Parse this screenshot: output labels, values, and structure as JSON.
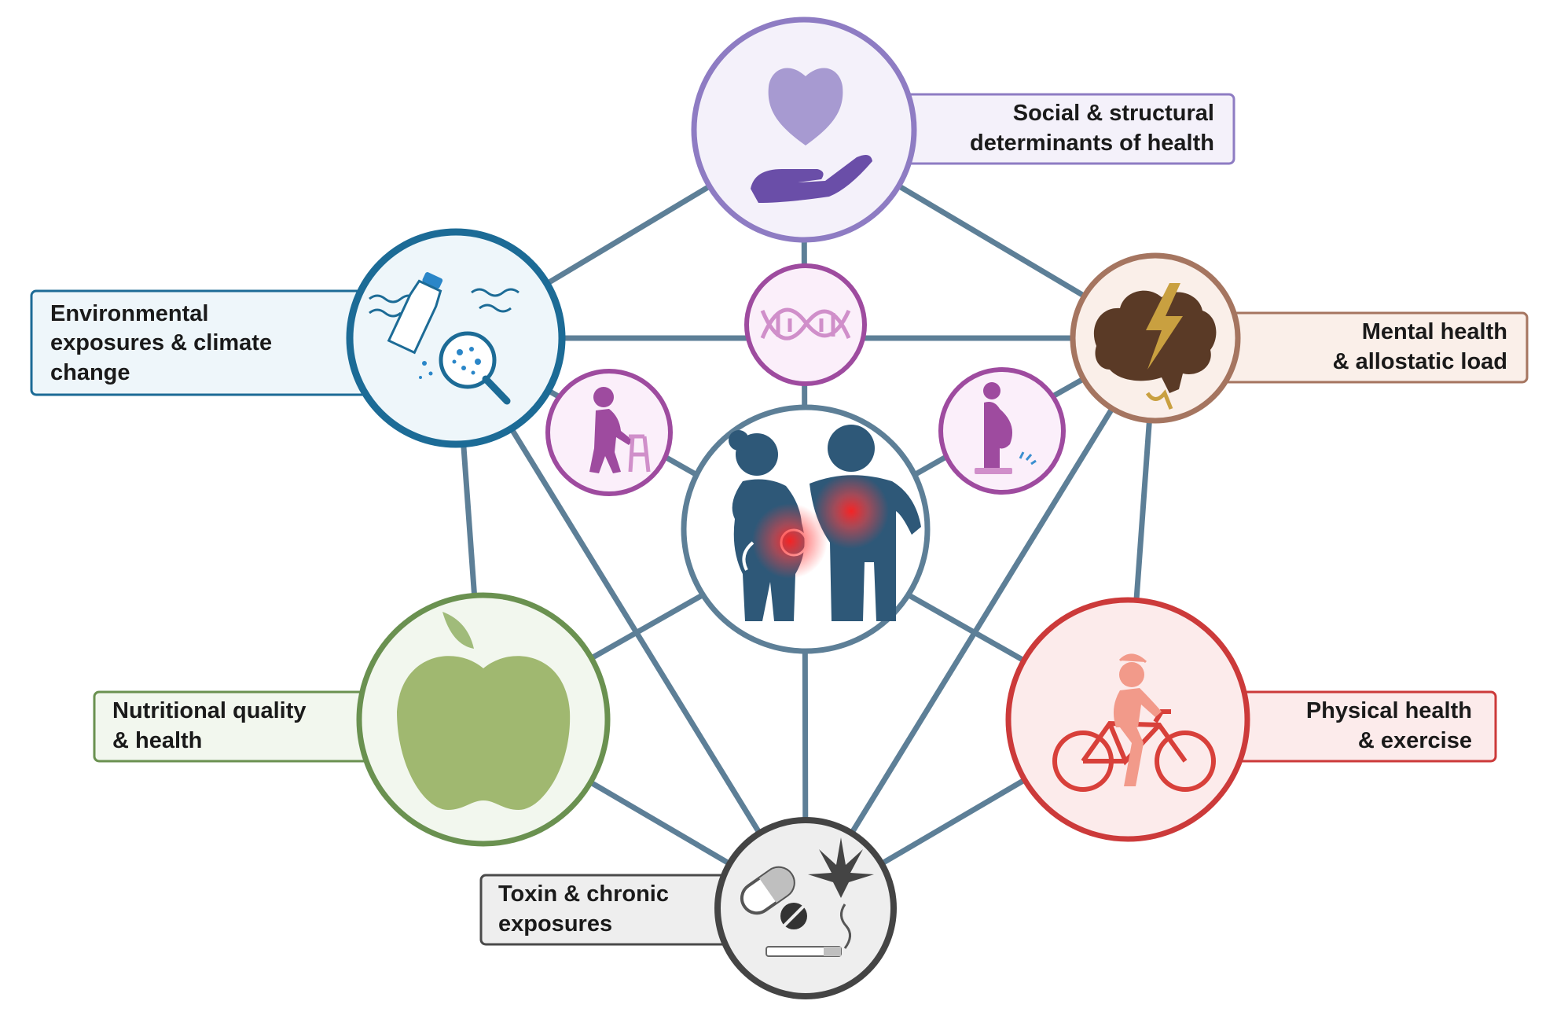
{
  "nodes": {
    "social": {
      "lines": [
        "Social & structural",
        "determinants of health"
      ],
      "color": "#8e7cc3",
      "fill": "#f4f1fa",
      "icon": "heart-hand-icon"
    },
    "env": {
      "lines": [
        "Environmental",
        "exposures & climate",
        "change"
      ],
      "color": "#1c6b96",
      "fill": "#eef6fa",
      "icon": "plastic-bottle-microplastics-icon"
    },
    "mental": {
      "lines": [
        "Mental health",
        "& allostatic load"
      ],
      "color": "#a57560",
      "fill": "#faefe9",
      "icon": "brain-lightning-icon"
    },
    "nutrition": {
      "lines": [
        "Nutritional quality",
        "& health"
      ],
      "color": "#6a9150",
      "fill": "#f2f7ee",
      "icon": "apple-icon"
    },
    "physical": {
      "lines": [
        "Physical health",
        "& exercise"
      ],
      "color": "#cc3a3a",
      "fill": "#fcebeb",
      "icon": "cyclist-icon"
    },
    "toxin": {
      "lines": [
        "Toxin & chronic",
        "exposures"
      ],
      "color": "#4a4a4a",
      "fill": "#eeeeee",
      "icon": "pills-cannabis-cigarette-icon"
    }
  },
  "inner_nodes": {
    "dna": {
      "icon": "dna-icon"
    },
    "aging": {
      "icon": "elderly-walker-icon"
    },
    "weight": {
      "icon": "weight-scale-icon"
    },
    "center": {
      "icon": "pregnant-couple-icon"
    }
  },
  "colors": {
    "edge": "#5d7f97",
    "inner_ring": "#9e4b9f",
    "inner_fill": "#fbeffa",
    "center_ring": "#5d7f97",
    "people": "#2e5878",
    "glow": "#ff2a2a"
  }
}
